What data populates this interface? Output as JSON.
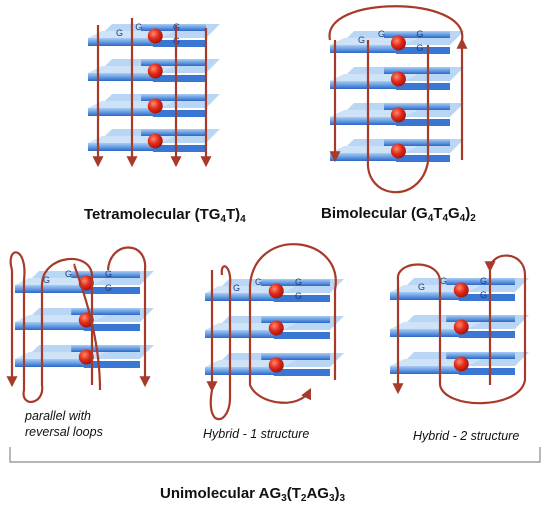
{
  "tetramolecular": {
    "title_prefix": "Tetramolecular (TG",
    "sub1": "4",
    "mid": "T)",
    "sub2": "4"
  },
  "bimolecular": {
    "title_prefix": "Bimolecular (G",
    "sub1": "4",
    "t": "T",
    "sub2": "4",
    "g": "G",
    "sub3": "4",
    "close": ")",
    "sub4": "2"
  },
  "unimolecular": {
    "prefix": "Unimolecular AG",
    "sub1": "3",
    "mid1": "(T",
    "sub2": "2",
    "mid2": "AG",
    "sub3": "3",
    "close": ")",
    "sub4": "3"
  },
  "captions": {
    "parallel_line1": "parallel with",
    "parallel_line2": "reversal loops",
    "hybrid1": "Hybrid - 1 structure",
    "hybrid2": "Hybrid - 2 structure"
  },
  "g_label": "G",
  "colors": {
    "tetrad_light": "#9ec4ee",
    "tetrad_dark": "#2f6fd0",
    "strand": "#a83a2a",
    "ion": "#e02418",
    "bracket": "#888888"
  }
}
